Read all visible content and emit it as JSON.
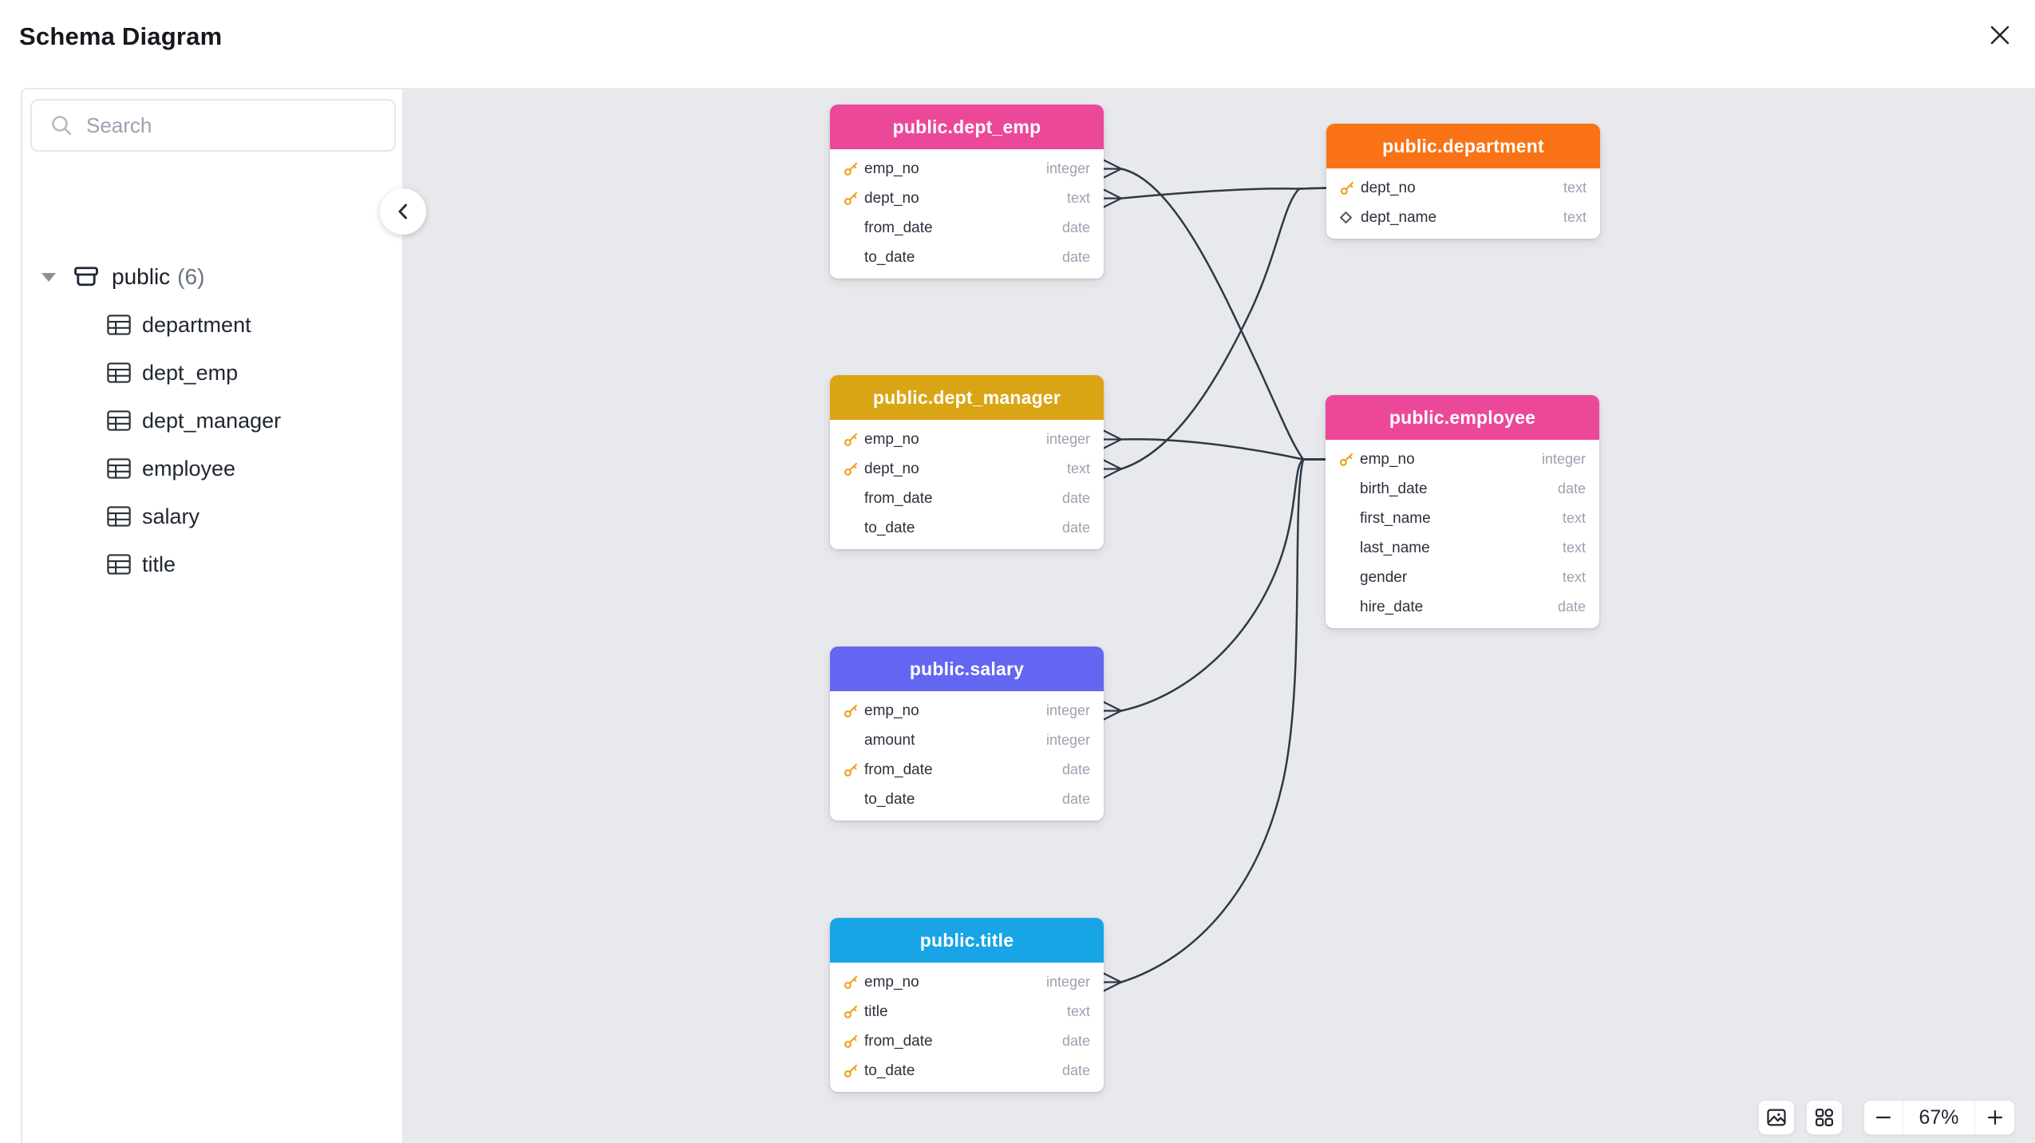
{
  "header": {
    "title": "Schema Diagram",
    "close_icon": "close-icon"
  },
  "sidebar": {
    "search": {
      "placeholder": "Search",
      "icon": "search-icon"
    },
    "schema": {
      "label": "public",
      "count": "(6)",
      "icon": "archive-box-icon",
      "caret_icon": "caret-down-icon"
    },
    "tables": [
      "department",
      "dept_emp",
      "dept_manager",
      "employee",
      "salary",
      "title"
    ],
    "collapse_icon": "chevron-left-icon"
  },
  "diagram": {
    "edge_color": "#2e3947",
    "nodes": [
      {
        "id": "dept_emp",
        "title": "public.dept_emp",
        "header_color": "#ec4899",
        "fields": [
          {
            "name": "emp_no",
            "type": "integer",
            "marker": "primary-key"
          },
          {
            "name": "dept_no",
            "type": "text",
            "marker": "primary-key"
          },
          {
            "name": "from_date",
            "type": "date",
            "marker": null
          },
          {
            "name": "to_date",
            "type": "date",
            "marker": null
          }
        ]
      },
      {
        "id": "department",
        "title": "public.department",
        "header_color": "#f97316",
        "fields": [
          {
            "name": "dept_no",
            "type": "text",
            "marker": "primary-key"
          },
          {
            "name": "dept_name",
            "type": "text",
            "marker": "unique-diamond"
          }
        ]
      },
      {
        "id": "dept_manager",
        "title": "public.dept_manager",
        "header_color": "#d9a514",
        "fields": [
          {
            "name": "emp_no",
            "type": "integer",
            "marker": "primary-key"
          },
          {
            "name": "dept_no",
            "type": "text",
            "marker": "primary-key"
          },
          {
            "name": "from_date",
            "type": "date",
            "marker": null
          },
          {
            "name": "to_date",
            "type": "date",
            "marker": null
          }
        ]
      },
      {
        "id": "employee",
        "title": "public.employee",
        "header_color": "#ec4899",
        "fields": [
          {
            "name": "emp_no",
            "type": "integer",
            "marker": "primary-key"
          },
          {
            "name": "birth_date",
            "type": "date",
            "marker": null
          },
          {
            "name": "first_name",
            "type": "text",
            "marker": null
          },
          {
            "name": "last_name",
            "type": "text",
            "marker": null
          },
          {
            "name": "gender",
            "type": "text",
            "marker": null
          },
          {
            "name": "hire_date",
            "type": "date",
            "marker": null
          }
        ]
      },
      {
        "id": "salary",
        "title": "public.salary",
        "header_color": "#6366f1",
        "fields": [
          {
            "name": "emp_no",
            "type": "integer",
            "marker": "primary-key"
          },
          {
            "name": "amount",
            "type": "integer",
            "marker": null
          },
          {
            "name": "from_date",
            "type": "date",
            "marker": "primary-key"
          },
          {
            "name": "to_date",
            "type": "date",
            "marker": null
          }
        ]
      },
      {
        "id": "title",
        "title": "public.title",
        "header_color": "#17a5e6",
        "fields": [
          {
            "name": "emp_no",
            "type": "integer",
            "marker": "primary-key"
          },
          {
            "name": "title",
            "type": "text",
            "marker": "primary-key"
          },
          {
            "name": "from_date",
            "type": "date",
            "marker": "primary-key"
          },
          {
            "name": "to_date",
            "type": "date",
            "marker": "primary-key"
          }
        ]
      }
    ],
    "edges": [
      {
        "from": "dept_emp.emp_no",
        "to": "employee.emp_no"
      },
      {
        "from": "dept_emp.dept_no",
        "to": "department.dept_no"
      },
      {
        "from": "dept_manager.emp_no",
        "to": "employee.emp_no"
      },
      {
        "from": "dept_manager.dept_no",
        "to": "department.dept_no"
      },
      {
        "from": "salary.emp_no",
        "to": "employee.emp_no"
      },
      {
        "from": "title.emp_no",
        "to": "employee.emp_no"
      }
    ]
  },
  "controls": {
    "minimap_icon": "image-icon",
    "arrange_icon": "grid-squares-icon",
    "zoom_out_label": "−",
    "zoom_level": "67%",
    "zoom_in_label": "+"
  }
}
